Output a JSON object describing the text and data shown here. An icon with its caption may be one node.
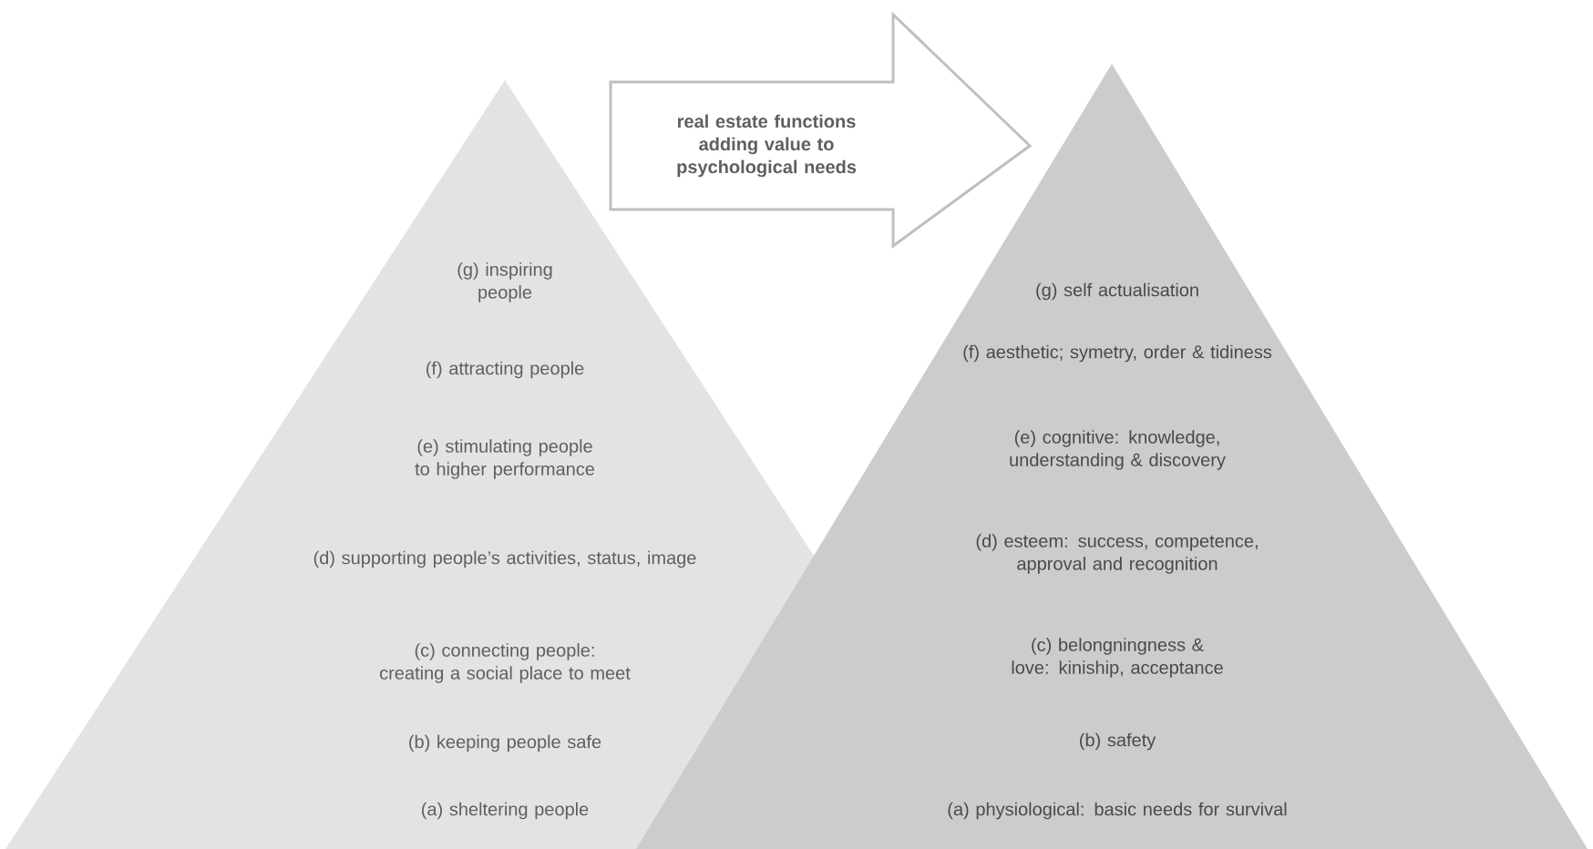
{
  "diagram": {
    "nodes": [
      {
        "text": [
          "(g) inspiring people",
          "(f) attracting people",
          "(e) stimulating people to higher performance",
          "(d) supporting people’s activities, status, image",
          "(c) connecting people: creating a social place to meet",
          "(b) keeping people safe",
          "(a) sheltering people"
        ]
      },
      {
        "text": [
          "real estate functions adding value to psychological needs"
        ]
      },
      {
        "text": [
          "(g) self actualisation",
          "(f) aesthetic; symetry, order & tidiness",
          "(e) cognitive: knowledge, understanding & discovery",
          "(d) esteem: success, competence, approval and recognition",
          "(c) belongningness & love: kiniship, acceptance",
          "(b) safety",
          "(a) physiological: basic needs for survival"
        ]
      }
    ]
  }
}
